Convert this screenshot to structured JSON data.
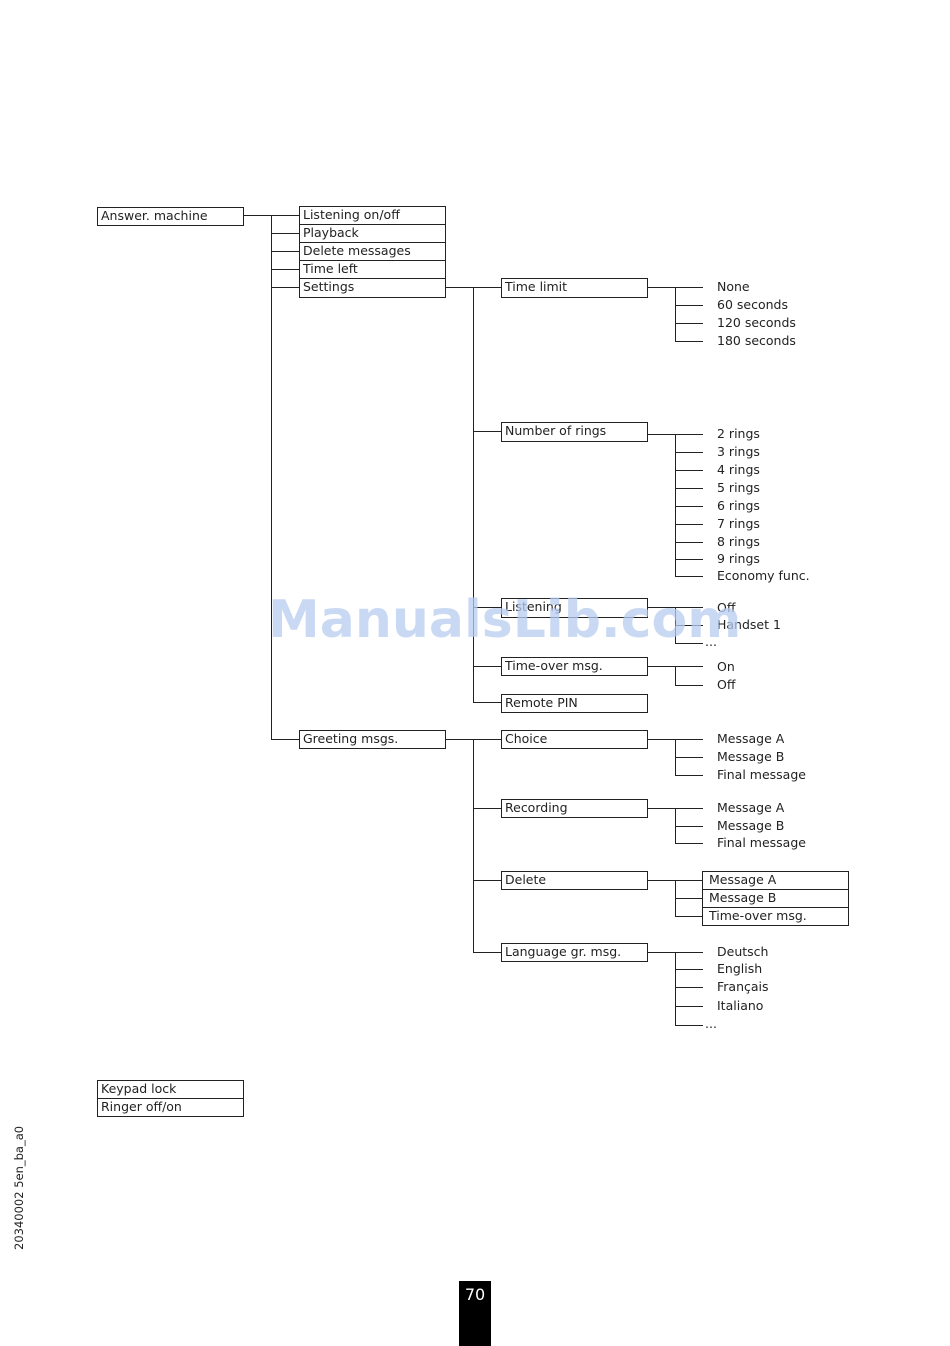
{
  "root": "Answer. machine",
  "level1": [
    "Listening on/off",
    "Playback",
    "Delete messages",
    "Time left",
    "Settings",
    "Greeting msgs."
  ],
  "settings": {
    "items": [
      "Time limit",
      "Number of rings",
      "Listening",
      "Time-over msg.",
      "Remote PIN"
    ],
    "time_limit": [
      "None",
      "60 seconds",
      "120 seconds",
      "180 seconds"
    ],
    "number_of_rings": [
      "2 rings",
      "3 rings",
      "4 rings",
      "5 rings",
      "6 rings",
      "7 rings",
      "8 rings",
      "9 rings",
      "Economy func."
    ],
    "listening": [
      "Off",
      "Handset 1",
      "..."
    ],
    "time_over_msg": [
      "On",
      "Off"
    ]
  },
  "greeting": {
    "items": [
      "Choice",
      "Recording",
      "Delete",
      "Language gr. msg."
    ],
    "choice": [
      "Message A",
      "Message B",
      "Final message"
    ],
    "recording": [
      "Message A",
      "Message B",
      "Final message"
    ],
    "delete": [
      "Message A",
      "Message B",
      "Time-over msg."
    ],
    "language": [
      "Deutsch",
      "English",
      "Français",
      "Italiano",
      "..."
    ]
  },
  "other_menus": [
    "Keypad lock",
    "Ringer off/on"
  ],
  "watermark": "ManualsLib.com",
  "page_number": "70",
  "doc_id": "20340002 5en_ba_a0"
}
